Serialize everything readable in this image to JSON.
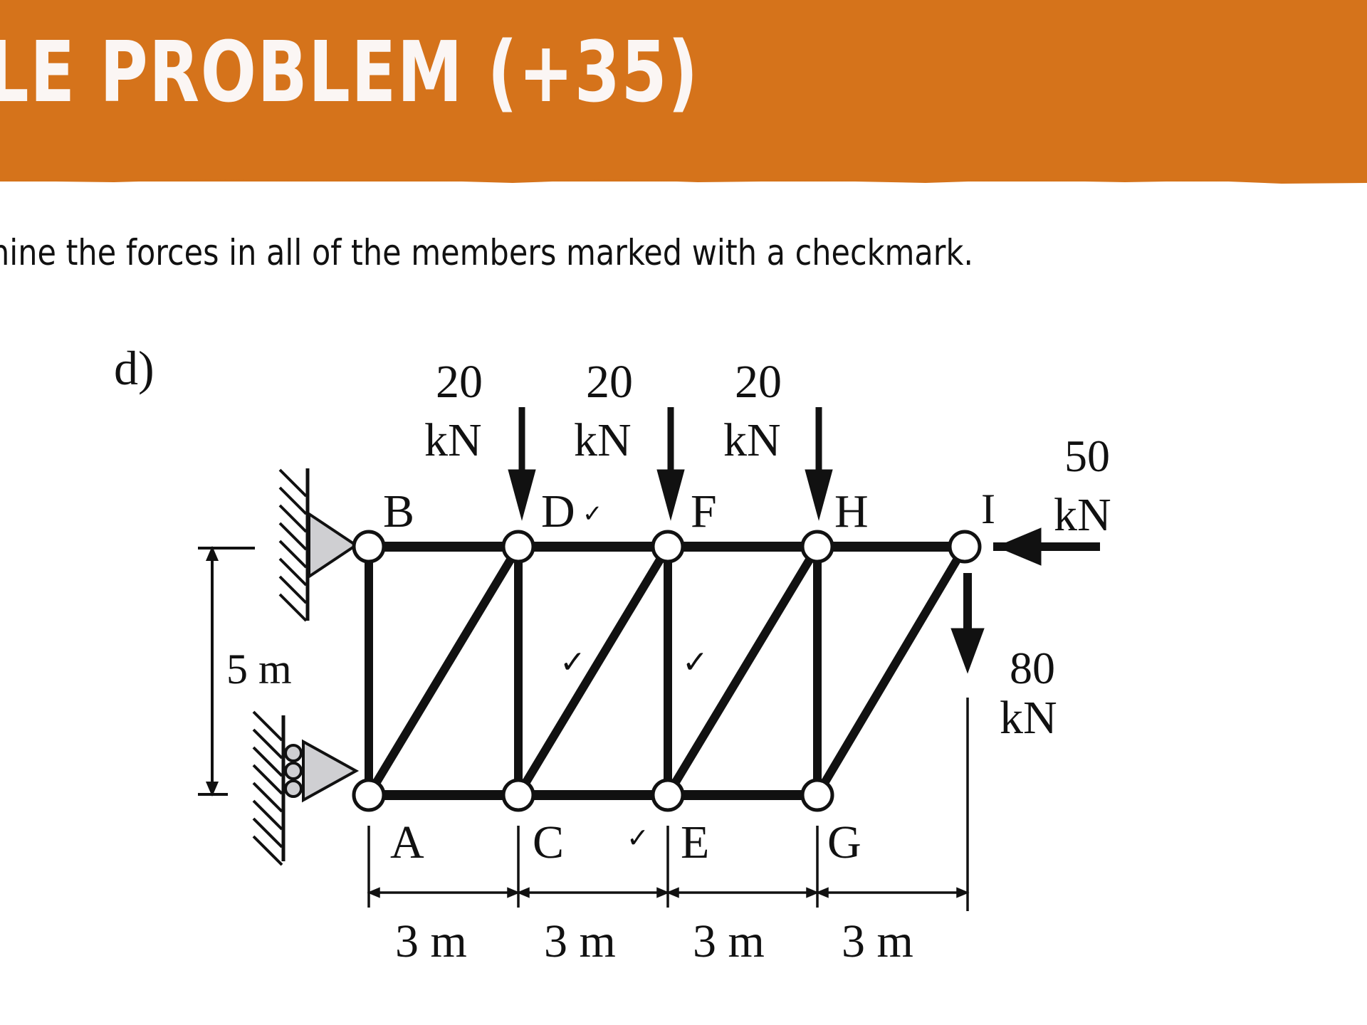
{
  "banner": {
    "title": "LE PROBLEM (+35)",
    "color": "#d5731b",
    "text_color": "#fbf6f4"
  },
  "instruction": "nine the forces in all of the members marked with a checkmark.",
  "figure": {
    "part_label": "d)",
    "nodes": {
      "top": [
        "B",
        "D",
        "F",
        "H",
        "I"
      ],
      "bottom": [
        "A",
        "C",
        "E",
        "G"
      ]
    },
    "loads": [
      {
        "node": "D",
        "value": "20",
        "unit": "kN",
        "direction": "down"
      },
      {
        "node": "F",
        "value": "20",
        "unit": "kN",
        "direction": "down"
      },
      {
        "node": "H",
        "value": "20",
        "unit": "kN",
        "direction": "down"
      },
      {
        "node": "I",
        "value": "50",
        "unit": "kN",
        "direction": "left"
      },
      {
        "node": "I",
        "value": "80",
        "unit": "kN",
        "direction": "down"
      }
    ],
    "dimensions": {
      "height": "5 m",
      "spans": [
        "3 m",
        "3 m",
        "3 m",
        "3 m"
      ]
    },
    "checkmark": "✓",
    "marked_members": [
      "DF",
      "CD",
      "EF",
      "CE"
    ]
  }
}
